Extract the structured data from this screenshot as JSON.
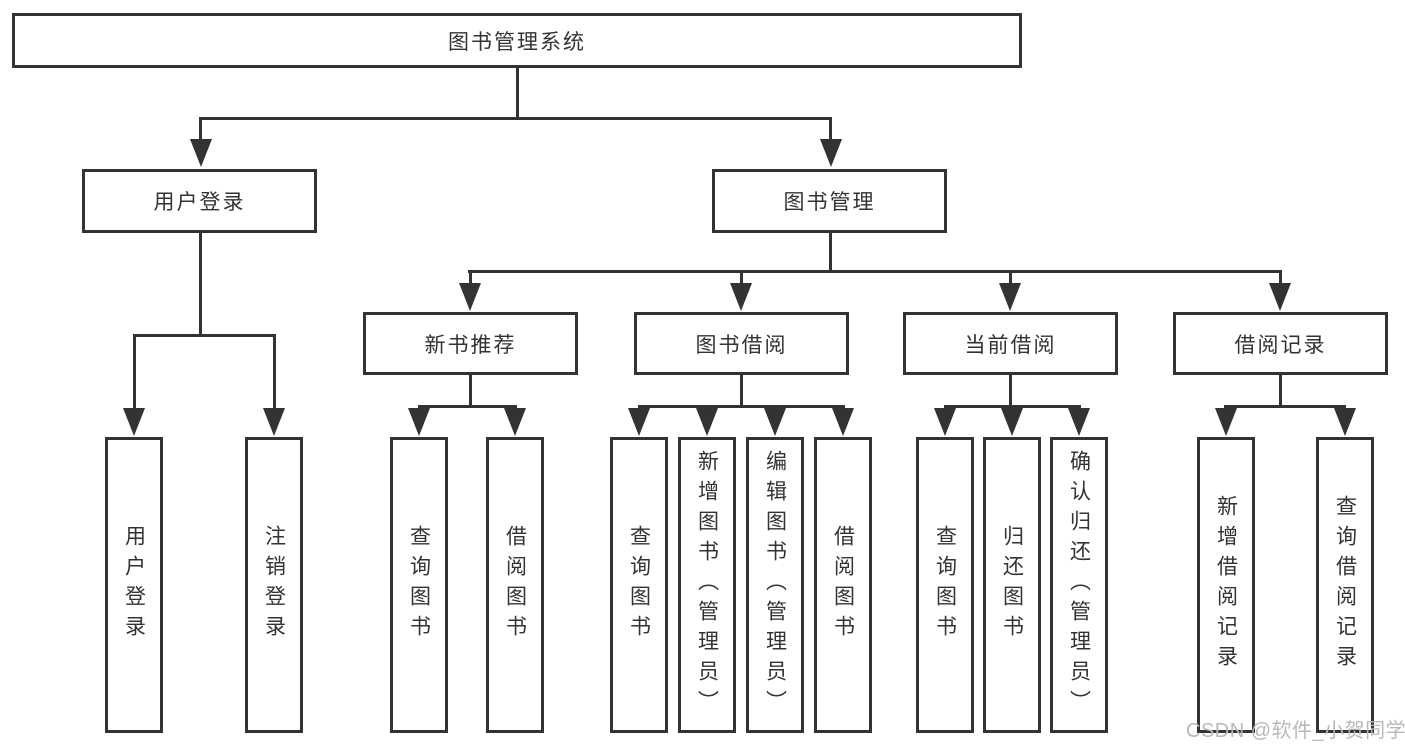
{
  "diagram": {
    "root": "图书管理系统",
    "branches": [
      {
        "label": "用户登录",
        "children": [
          {
            "label": "用户登录"
          },
          {
            "label": "注销登录"
          }
        ]
      },
      {
        "label": "图书管理",
        "children": [
          {
            "label": "新书推荐",
            "children": [
              {
                "label": "查询图书"
              },
              {
                "label": "借阅图书"
              }
            ]
          },
          {
            "label": "图书借阅",
            "children": [
              {
                "label": "查询图书"
              },
              {
                "label": "新增图书（管理员）"
              },
              {
                "label": "编辑图书（管理员）"
              },
              {
                "label": "借阅图书"
              }
            ]
          },
          {
            "label": "当前借阅",
            "children": [
              {
                "label": "查询图书"
              },
              {
                "label": "归还图书"
              },
              {
                "label": "确认归还（管理员）"
              }
            ]
          },
          {
            "label": "借阅记录",
            "children": [
              {
                "label": "新增借阅记录"
              },
              {
                "label": "查询借阅记录"
              }
            ]
          }
        ]
      }
    ],
    "watermark": "CSDN @软件_小贺同学",
    "colors": {
      "line": "#333333",
      "text": "#333333",
      "watermark": "#b9b9b9",
      "background": "#ffffff"
    }
  }
}
